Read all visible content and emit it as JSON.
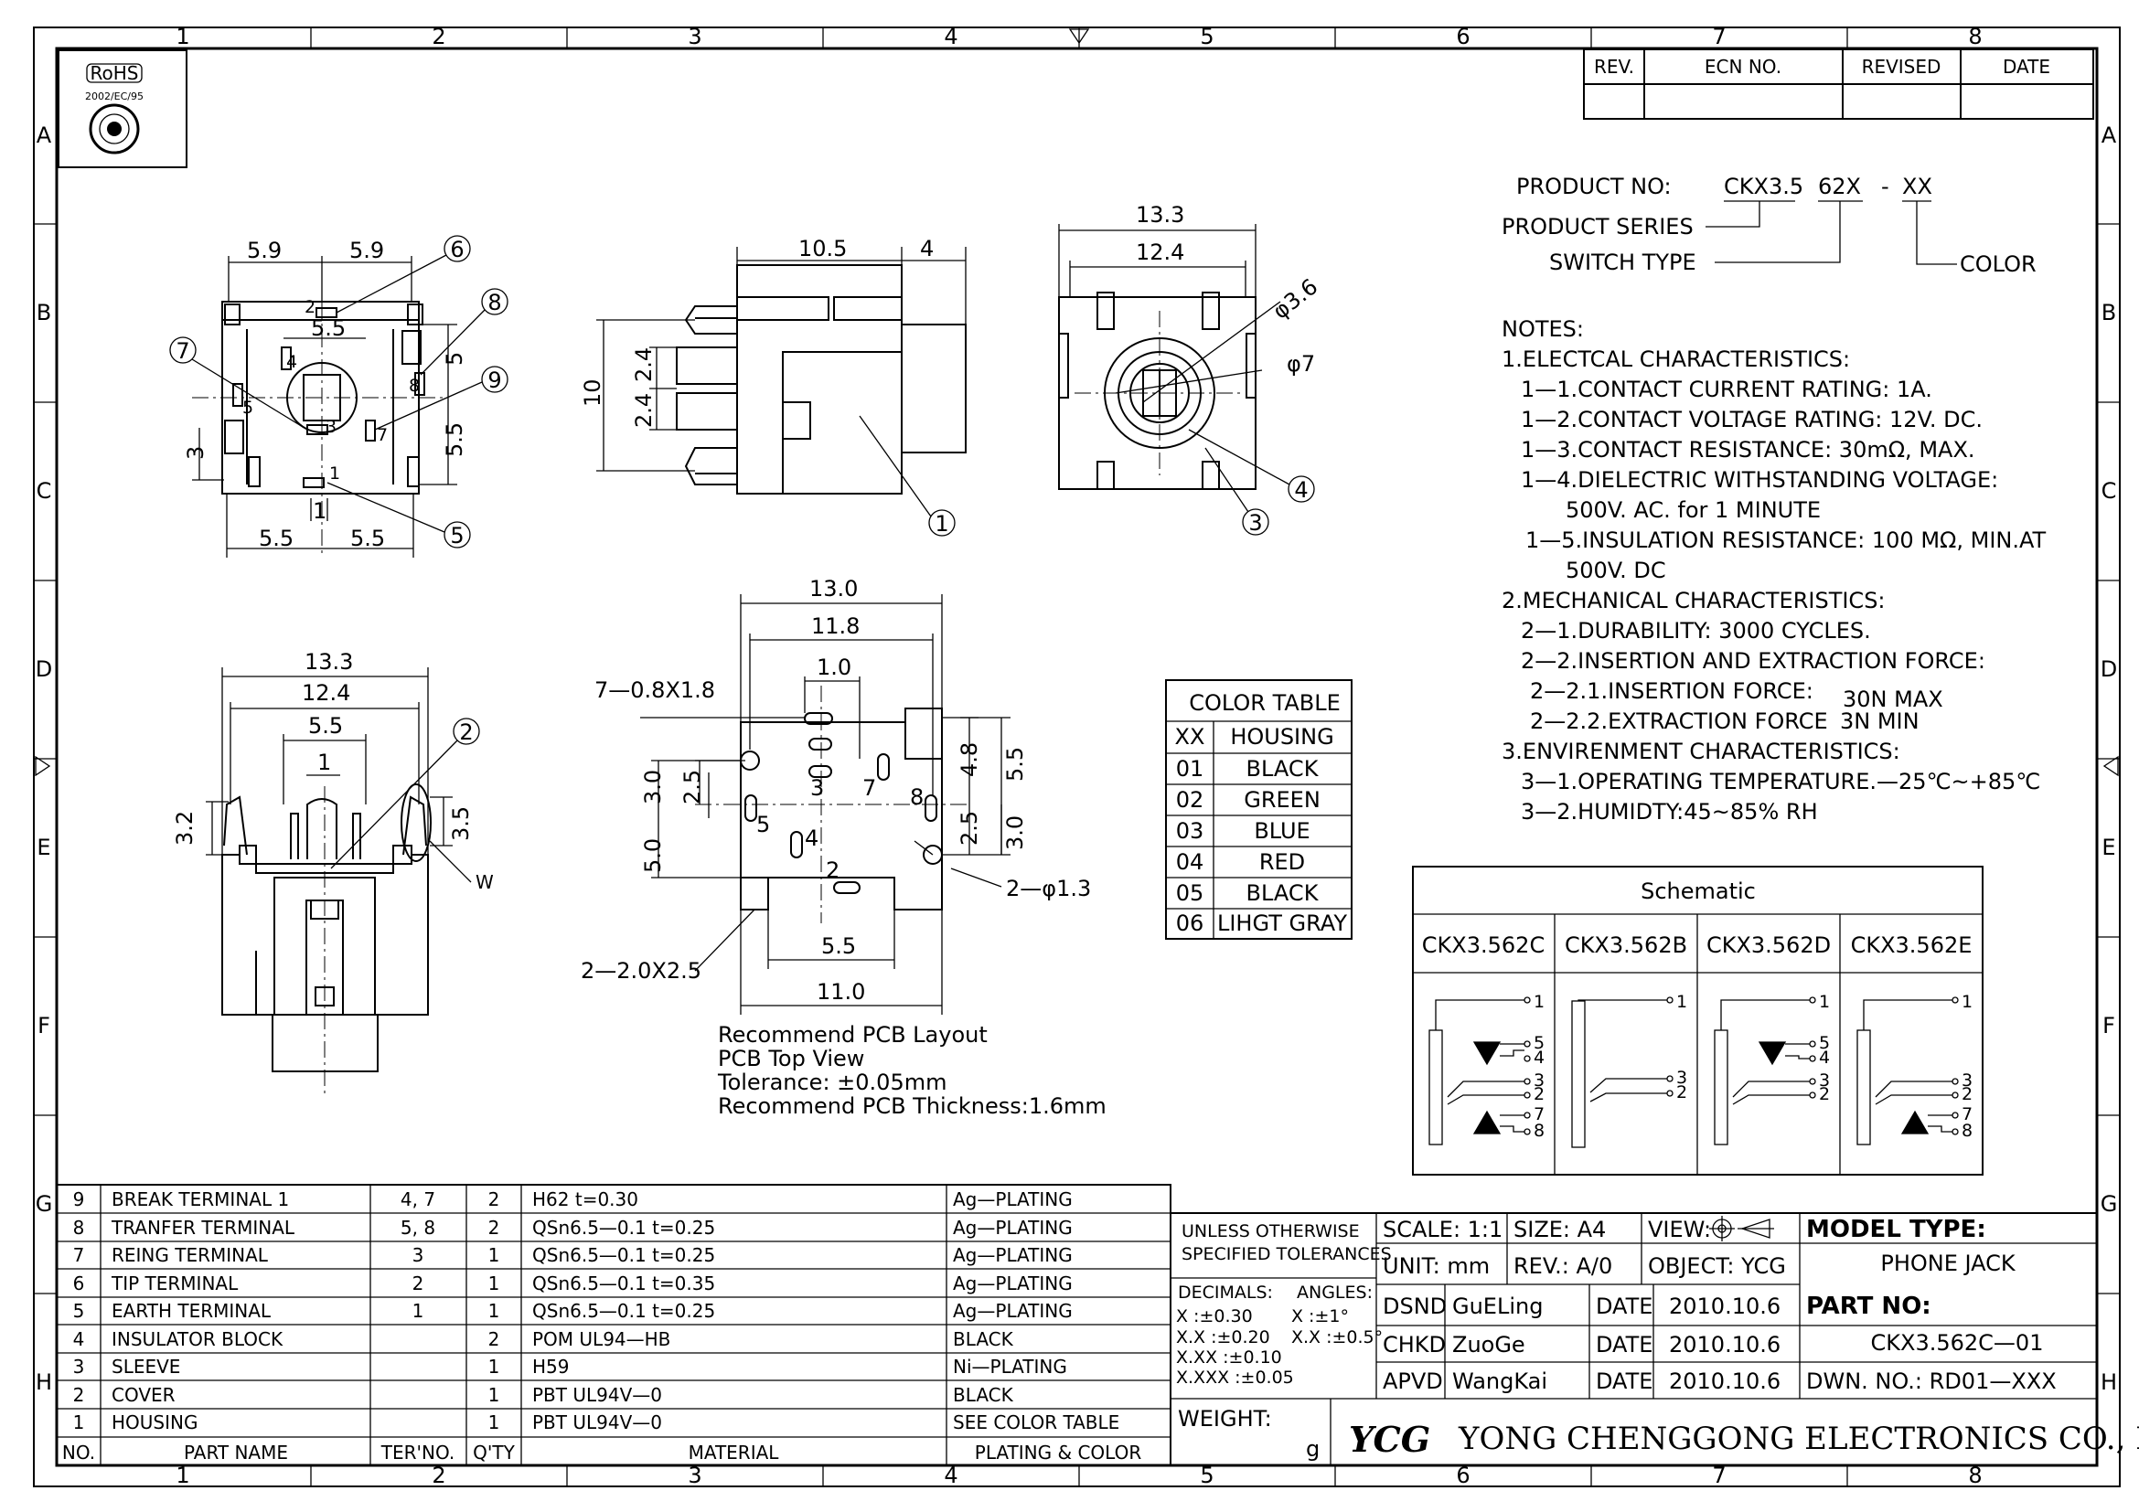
{
  "rohs": {
    "title": "RoHS",
    "code": "2002/EC/95"
  },
  "grid": {
    "cols": [
      "1",
      "2",
      "3",
      "4",
      "5",
      "6",
      "7",
      "8"
    ],
    "rows": [
      "A",
      "B",
      "C",
      "D",
      "E",
      "F",
      "G",
      "H"
    ]
  },
  "revision_header": {
    "rev": "REV.",
    "ecn": "ECN NO.",
    "revised": "REVISED",
    "date": "DATE"
  },
  "product_code": {
    "label": "PRODUCT NO:",
    "series_code": "CKX3.5",
    "switch_code": "62X",
    "dash": "-",
    "color_code": "XX",
    "series_label": "PRODUCT SERIES",
    "switch_label": "SWITCH TYPE",
    "color_label": "COLOR"
  },
  "notes": [
    "NOTES:",
    "1.ELECTCAL CHARACTERISTICS:",
    "1—1.CONTACT CURRENT RATING:   1A.",
    "1—2.CONTACT VOLTAGE RATING: 12V. DC.",
    "1—3.CONTACT RESISTANCE: 30mΩ, MAX.",
    "1—4.DIELECTRIC WITHSTANDING VOLTAGE:",
    "500V. AC. for 1 MINUTE",
    "1—5.INSULATION RESISTANCE: 100 MΩ, MIN.AT",
    "500V. DC",
    "2.MECHANICAL CHARACTERISTICS:",
    "2—1.DURABILITY: 3000 CYCLES.",
    "2—2.INSERTION AND EXTRACTION FORCE:",
    "2—2.1.INSERTION FORCE:",
    "2—2.2.EXTRACTION FORCE",
    "3.ENVIRENMENT CHARACTERISTICS:",
    "3—1.OPERATING TEMPERATURE.—25℃~+85℃",
    "3—2.HUMIDTY:45~85% RH"
  ],
  "notes_values": {
    "insertion": "30N MAX",
    "extraction": "3N MIN"
  },
  "color_table": {
    "title": "COLOR TABLE",
    "headers": [
      "XX",
      "HOUSING"
    ],
    "rows": [
      [
        "01",
        "BLACK"
      ],
      [
        "02",
        "GREEN"
      ],
      [
        "03",
        "BLUE"
      ],
      [
        "04",
        "RED"
      ],
      [
        "05",
        "BLACK"
      ],
      [
        "06",
        "LIHGT GRAY"
      ]
    ]
  },
  "schematic": {
    "title": "Schematic",
    "models": [
      "CKX3.562C",
      "CKX3.562B",
      "CKX3.562D",
      "CKX3.562E"
    ]
  },
  "pcb_notes": [
    "Recommend PCB Layout",
    "PCB Top View",
    "Tolerance: ±0.05mm",
    "Recommend PCB Thickness:1.6mm"
  ],
  "dims": {
    "top_59a": "5.9",
    "top_59b": "5.9",
    "top_55": "5.5",
    "top_5": "5",
    "top_55v": "5.5",
    "top_3": "3",
    "top_1": "1",
    "top_55a": "5.5",
    "top_55b": "5.5",
    "side_105": "10.5",
    "side_4": "4",
    "side_10": "10",
    "side_24a": "2.4",
    "side_24b": "2.4",
    "front_133": "13.3",
    "front_124": "12.4",
    "front_phi36": "φ3.6",
    "front_phi7": "φ7",
    "sec_133": "13.3",
    "sec_124": "12.4",
    "sec_55": "5.5",
    "sec_1": "1",
    "sec_32": "3.2",
    "sec_35": "3.5",
    "sec_w": "W",
    "pcb_130": "13.0",
    "pcb_118": "11.8",
    "pcb_10": "1.0",
    "pcb_slot": "7—0.8X1.8",
    "pcb_30": "3.0",
    "pcb_25": "2.5",
    "pcb_50": "5.0",
    "pcb_48": "4.8",
    "pcb_55v": "5.5",
    "pcb_25b": "2.5",
    "pcb_30b": "3.0",
    "pcb_hole": "2—φ1.3",
    "pcb_55": "5.5",
    "pcb_pad": "2—2.0X2.5",
    "pcb_110": "11.0"
  },
  "bom": {
    "headers": [
      "NO.",
      "PART NAME",
      "TER'NO.",
      "Q'TY",
      "MATERIAL",
      "PLATING & COLOR"
    ],
    "rows": [
      [
        "9",
        "BREAK TERMINAL 1",
        "4, 7",
        "2",
        "H62  t=0.30",
        "Ag—PLATING"
      ],
      [
        "8",
        "TRANFER TERMINAL",
        "5, 8",
        "2",
        "QSn6.5—0.1  t=0.25",
        "Ag—PLATING"
      ],
      [
        "7",
        "REING TERMINAL",
        "3",
        "1",
        "QSn6.5—0.1  t=0.25",
        "Ag—PLATING"
      ],
      [
        "6",
        "TIP TERMINAL",
        "2",
        "1",
        "QSn6.5—0.1  t=0.35",
        "Ag—PLATING"
      ],
      [
        "5",
        "EARTH TERMINAL",
        "1",
        "1",
        "QSn6.5—0.1  t=0.25",
        "Ag—PLATING"
      ],
      [
        "4",
        "INSULATOR BLOCK",
        "",
        "2",
        "POM  UL94—HB",
        "BLACK"
      ],
      [
        "3",
        "SLEEVE",
        "",
        "1",
        "H59",
        "Ni—PLATING"
      ],
      [
        "2",
        "COVER",
        "",
        "1",
        "PBT  UL94V—0",
        "BLACK"
      ],
      [
        "1",
        "HOUSING",
        "",
        "1",
        "PBT  UL94V—0",
        "SEE COLOR TABLE"
      ]
    ]
  },
  "tolerances": {
    "line1": "UNLESS OTHERWISE",
    "line2": "SPECIFIED TOLERANCES",
    "decimals": "DECIMALS:",
    "angles": "ANGLES:",
    "x": "X    :±0.30",
    "xx": "X.X   :±0.20",
    "xxx": "X.XX  :±0.10",
    "xxxx": "X.XXX :±0.05",
    "ax": "X   :±1°",
    "axx": "X.X :±0.5°",
    "weight": "WEIGHT:",
    "weight_unit": "g"
  },
  "title_block": {
    "scale": "SCALE:  1:1",
    "size": "SIZE:  A4",
    "view": "VIEW:",
    "unit": "UNIT:  mm",
    "rev": "REV.:  A/0",
    "object": "OBJECT:  YCG",
    "dsnd": "DSND",
    "dsnd_name": "GuELing",
    "chkd": "CHKD",
    "chkd_name": "ZuoGe",
    "apvd": "APVD",
    "apvd_name": "WangKai",
    "date_label": "DATE",
    "date": "2010.10.6",
    "model_type_label": "MODEL TYPE:",
    "model_type": "PHONE JACK",
    "part_no_label": "PART NO:",
    "part_no": "CKX3.562C—01",
    "dwn_no": "DWN. NO.:  RD01—XXX",
    "logo": "YCG",
    "company": "YONG CHENGGONG ELECTRONICS CO., LTD."
  }
}
